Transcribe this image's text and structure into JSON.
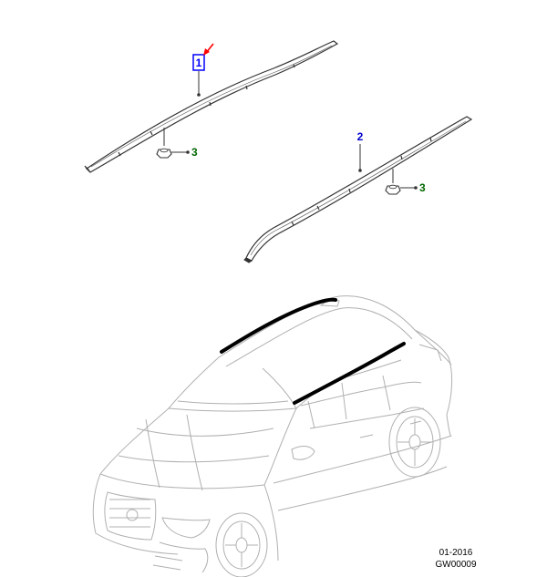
{
  "callouts": {
    "part1": "1",
    "part2": "2",
    "part3_left": "3",
    "part3_right": "3"
  },
  "footer": {
    "date": "01-2016",
    "code": "GW00009"
  },
  "colors": {
    "selected": "#0000ff",
    "part2_label": "#0000cc",
    "part3_label": "#006600",
    "pointer": "#ff0000",
    "rail_highlight": "#000000",
    "line": "#333333",
    "car_line": "#b0b0b0"
  }
}
